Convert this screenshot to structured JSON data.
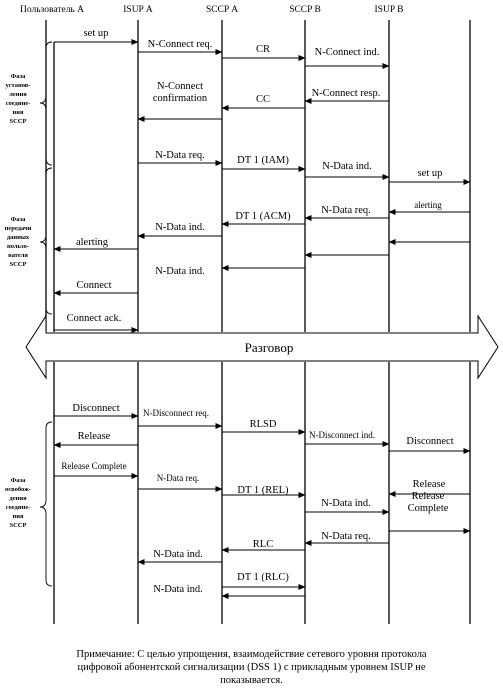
{
  "lifelines": [
    {
      "id": "user",
      "label": "Пользователь А"
    },
    {
      "id": "isupa",
      "label": "ISUP А"
    },
    {
      "id": "sccpa",
      "label": "SCCP А"
    },
    {
      "id": "sccpb",
      "label": "SCCP B"
    },
    {
      "id": "isupb",
      "label": "ISUP B"
    }
  ],
  "phases": {
    "setup": [
      "Фаза",
      "установ-",
      "ления",
      "соедине-",
      "ния",
      "SCCP"
    ],
    "transfer": [
      "Фаза",
      "передачи",
      "данных",
      "пользо-",
      "вателя",
      "SCCP"
    ],
    "release": [
      "Фаза",
      "освобож-",
      "дения",
      "соедине-",
      "ния",
      "SCCP"
    ]
  },
  "talk_label": "Разговор",
  "messages": [
    {
      "text": [
        "set up"
      ]
    },
    {
      "text": [
        "N-Connect req."
      ]
    },
    {
      "text": [
        "CR"
      ]
    },
    {
      "text": [
        "N-Connect ind."
      ]
    },
    {
      "text": [
        "N-Connect resp."
      ]
    },
    {
      "text": [
        "CC"
      ]
    },
    {
      "text": [
        "N-Connect",
        "confirmation"
      ]
    },
    {
      "text": [
        "N-Data req."
      ]
    },
    {
      "text": [
        "DT 1 (IAM)"
      ]
    },
    {
      "text": [
        "N-Data ind."
      ]
    },
    {
      "text": [
        "set up"
      ]
    },
    {
      "text": [
        "alerting"
      ]
    },
    {
      "text": [
        "N-Data req."
      ]
    },
    {
      "text": [
        "DT 1 (ACM)"
      ]
    },
    {
      "text": [
        "N-Data ind."
      ]
    },
    {
      "text": [
        "alerting"
      ]
    },
    {
      "text": []
    },
    {
      "text": [
        "N-Data ind."
      ]
    },
    {
      "text": []
    },
    {
      "text": [
        "Connect"
      ]
    },
    {
      "text": [
        "Connect ack."
      ]
    },
    {
      "text": [
        "Disconnect"
      ]
    },
    {
      "text": [
        "N-Disconnect req."
      ]
    },
    {
      "text": [
        "Release"
      ]
    },
    {
      "text": [
        "RLSD"
      ]
    },
    {
      "text": [
        "N-Disconnect ind."
      ]
    },
    {
      "text": [
        "Disconnect"
      ]
    },
    {
      "text": [
        "Release Complete"
      ]
    },
    {
      "text": [
        "N-Data req."
      ]
    },
    {
      "text": [
        "Release"
      ]
    },
    {
      "text": [
        "DT 1 (REL)"
      ]
    },
    {
      "text": [
        "N-Data ind."
      ]
    },
    {
      "text": [
        "Release",
        "Complete"
      ]
    },
    {
      "text": [
        "N-Data req."
      ]
    },
    {
      "text": [
        "RLC"
      ]
    },
    {
      "text": [
        "N-Data ind."
      ]
    },
    {
      "text": [
        "DT 1 (RLC)"
      ]
    },
    {
      "text": [
        "N-Data ind."
      ]
    }
  ],
  "note": {
    "lines": [
      "Примечание:  С целью упрощения, взаимодействие сетевого уровня протокола",
      "цифровой абонентской сигнализации (DSS 1) с прикладным уровнем ISUP не",
      "показывается."
    ]
  }
}
